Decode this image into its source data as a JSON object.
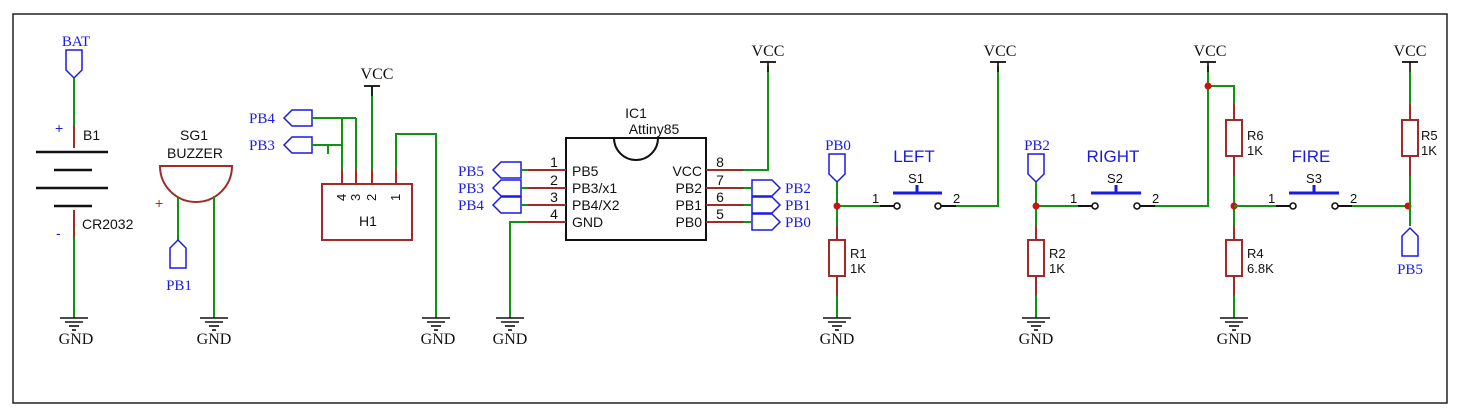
{
  "colors": {
    "wire": "#119211",
    "part": "#a12b2b",
    "label": "#1a1ae6",
    "black": "#111111",
    "junction": "#cc1111"
  },
  "power": {
    "vcc": "VCC",
    "gnd": "GND",
    "bat": "BAT"
  },
  "battery": {
    "ref": "B1",
    "value": "CR2032",
    "plus": "+",
    "minus": "-"
  },
  "buzzer": {
    "ref": "SG1",
    "value": "BUZZER",
    "plus": "+",
    "net": "PB1"
  },
  "header": {
    "ref": "H1",
    "pins": [
      "4",
      "3",
      "2",
      "1"
    ],
    "nets": [
      "PB4",
      "PB3"
    ]
  },
  "ic": {
    "ref": "IC1",
    "value": "Attiny85",
    "left_pins": [
      {
        "num": "1",
        "name": "PB5"
      },
      {
        "num": "2",
        "name": "PB3/x1"
      },
      {
        "num": "3",
        "name": "PB4/X2"
      },
      {
        "num": "4",
        "name": "GND"
      }
    ],
    "right_pins": [
      {
        "num": "8",
        "name": "VCC"
      },
      {
        "num": "7",
        "name": "PB2"
      },
      {
        "num": "6",
        "name": "PB1"
      },
      {
        "num": "5",
        "name": "PB0"
      }
    ],
    "left_nets": [
      "PB5",
      "PB3",
      "PB4"
    ],
    "right_nets": [
      "PB2",
      "PB1",
      "PB0"
    ]
  },
  "buttons": [
    {
      "title": "LEFT",
      "ref": "S1",
      "pin1": "1",
      "pin2": "2",
      "net": "PB0",
      "res_ref": "R1",
      "res_val": "1K"
    },
    {
      "title": "RIGHT",
      "ref": "S2",
      "pin1": "1",
      "pin2": "2",
      "net": "PB2",
      "res_ref": "R2",
      "res_val": "1K"
    },
    {
      "title": "FIRE",
      "ref": "S3",
      "pin1": "1",
      "pin2": "2",
      "net": "PB5"
    }
  ],
  "fire_resistors": [
    {
      "ref": "R6",
      "val": "1K"
    },
    {
      "ref": "R4",
      "val": "6.8K"
    },
    {
      "ref": "R5",
      "val": "1K"
    }
  ]
}
